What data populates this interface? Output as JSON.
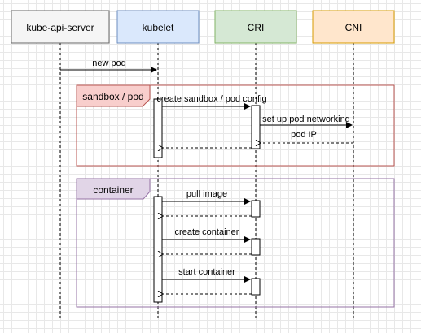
{
  "participants": [
    {
      "id": "kube-api-server",
      "label": "kube-api-server",
      "fill": "#f5f5f5",
      "stroke": "#666666"
    },
    {
      "id": "kubelet",
      "label": "kubelet",
      "fill": "#dae8fc",
      "stroke": "#6c8ebf"
    },
    {
      "id": "cri",
      "label": "CRI",
      "fill": "#d5e8d4",
      "stroke": "#82b366"
    },
    {
      "id": "cni",
      "label": "CNI",
      "fill": "#ffe6cc",
      "stroke": "#d79b00"
    }
  ],
  "frames": {
    "sandbox": {
      "label": "sandbox / pod",
      "fill": "#f8cecc",
      "stroke": "#b85450"
    },
    "container": {
      "label": "container",
      "fill": "#e1d5e7",
      "stroke": "#9673a6"
    }
  },
  "messages": {
    "new_pod": "new pod",
    "create_sandbox": "create sandbox / pod config",
    "setup_networking": "set up pod networking",
    "pod_ip": "pod IP",
    "pull_image": "pull image",
    "create_container": "create container",
    "start_container": "start container"
  },
  "colors": {
    "lifeline": "#000000",
    "arrow": "#000000",
    "text": "#000000"
  }
}
